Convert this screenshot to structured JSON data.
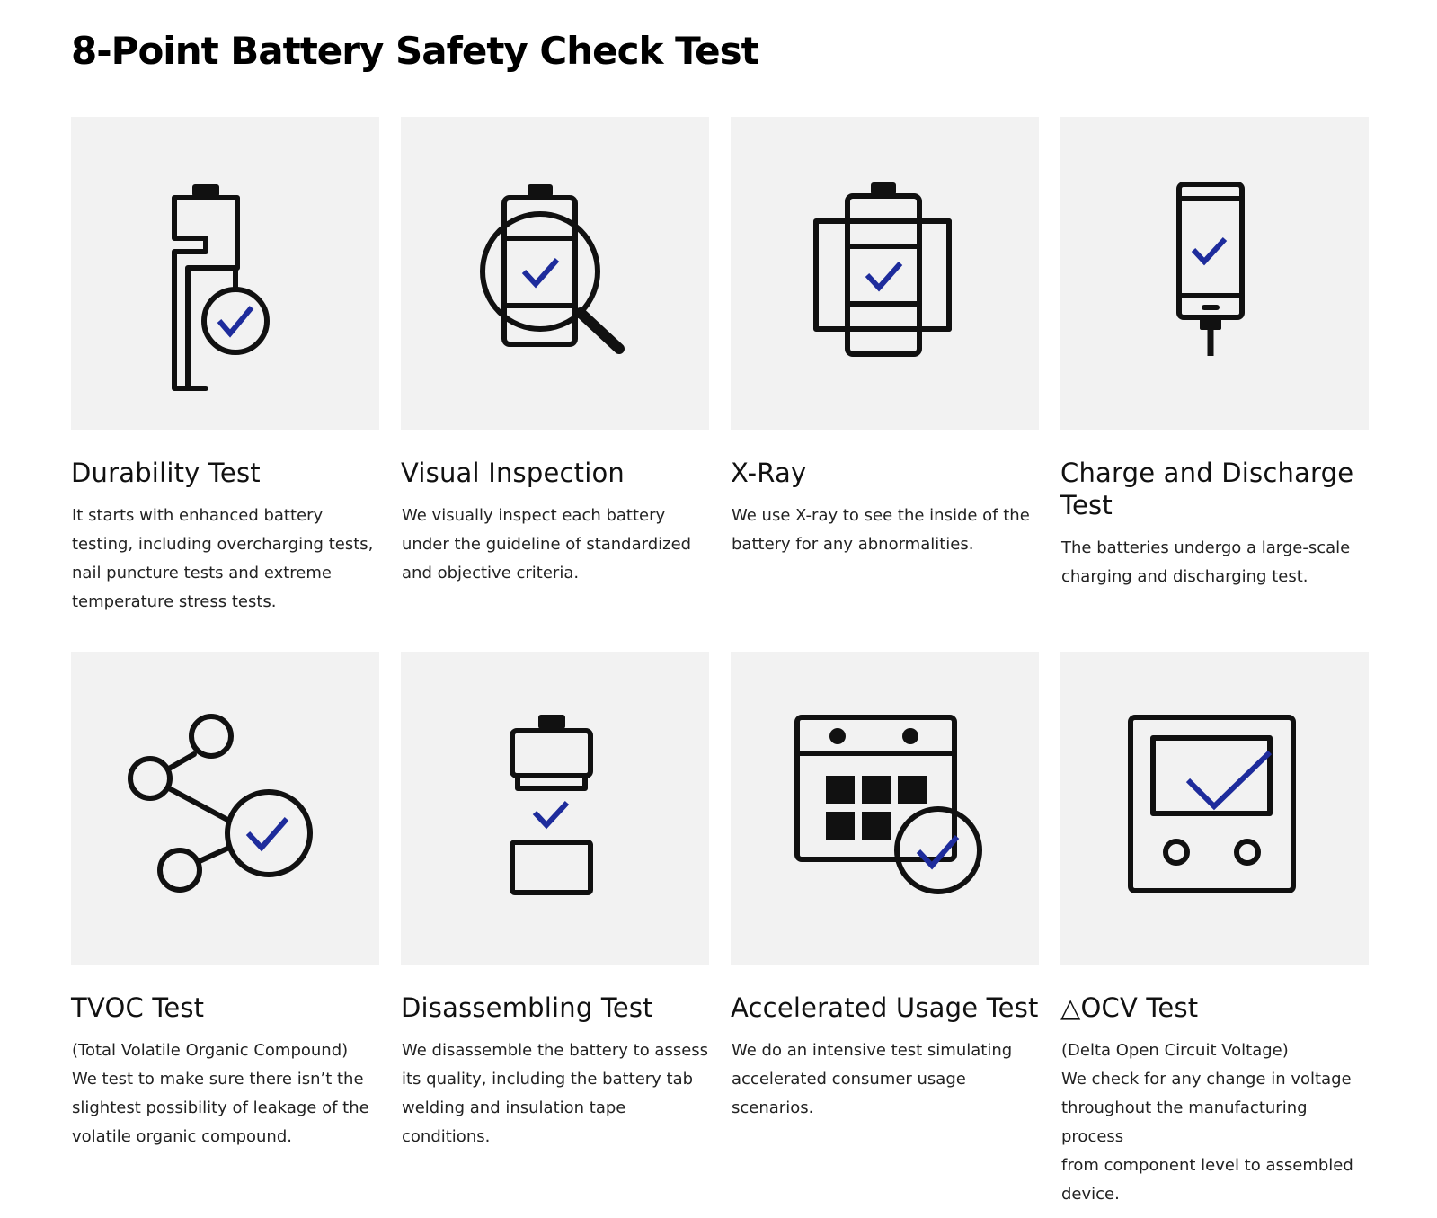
{
  "page": {
    "title": "8-Point Battery Safety Check Test"
  },
  "cards": [
    {
      "title": "Durability Test",
      "description": "It starts with enhanced battery\ntesting, including overcharging tests,\nnail puncture tests and extreme\ntemperature stress tests.",
      "icon": "battery-durability-icon"
    },
    {
      "title": "Visual Inspection",
      "description": "We visually inspect each battery\nunder the guideline of standardized\nand objective criteria.",
      "icon": "magnifier-battery-icon"
    },
    {
      "title": "X-Ray",
      "description": "We use X-ray to see the inside of the\nbattery for any abnormalities.",
      "icon": "xray-battery-icon"
    },
    {
      "title": "Charge and Discharge Test",
      "description": "The batteries undergo a large-scale\ncharging and discharging test.",
      "icon": "phone-charging-icon"
    },
    {
      "title": "TVOC Test",
      "description": "(Total Volatile Organic Compound)\nWe test to make sure there isn’t the\nslightest possibility of leakage of the\nvolatile organic compound.",
      "icon": "share-nodes-icon"
    },
    {
      "title": "Disassembling Test",
      "description": "We disassemble the battery to assess\nits quality, including the battery tab\nwelding and insulation tape\nconditions.",
      "icon": "disassembled-battery-icon"
    },
    {
      "title": "Accelerated Usage Test",
      "description": "We do an intensive test simulating\naccelerated consumer usage\nscenarios.",
      "icon": "calendar-check-icon"
    },
    {
      "title": "△OCV Test",
      "description": "(Delta Open Circuit Voltage)\nWe check for any change in voltage\nthroughout the manufacturing process\nfrom component level to assembled\ndevice.",
      "icon": "voltage-meter-icon"
    }
  ],
  "colors": {
    "tile_background": "#f2f2f2",
    "check_accent": "#1e2c9c",
    "icon_stroke": "#111111"
  }
}
